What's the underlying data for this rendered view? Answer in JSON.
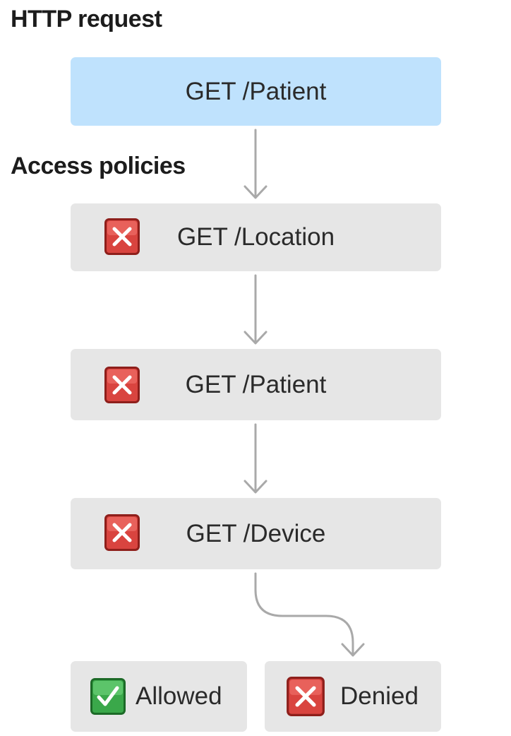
{
  "sections": {
    "request_title": "HTTP request",
    "policies_title": "Access policies"
  },
  "request": {
    "label": "GET /Patient"
  },
  "policies": [
    {
      "label": "GET /Location",
      "status": "denied",
      "icon": "cross-mark-icon"
    },
    {
      "label": "GET /Patient",
      "status": "denied",
      "icon": "cross-mark-icon"
    },
    {
      "label": "GET /Device",
      "status": "denied",
      "icon": "cross-mark-icon"
    }
  ],
  "outcomes": [
    {
      "label": "Allowed",
      "icon": "check-mark-icon",
      "active": false
    },
    {
      "label": "Denied",
      "icon": "cross-mark-icon",
      "active": true
    }
  ],
  "colors": {
    "request_box": "#bfe2fd",
    "policy_box": "#e6e6e6",
    "arrow": "#a9a9a9",
    "deny_icon": "#d9443f",
    "allow_icon": "#3aa84a"
  }
}
